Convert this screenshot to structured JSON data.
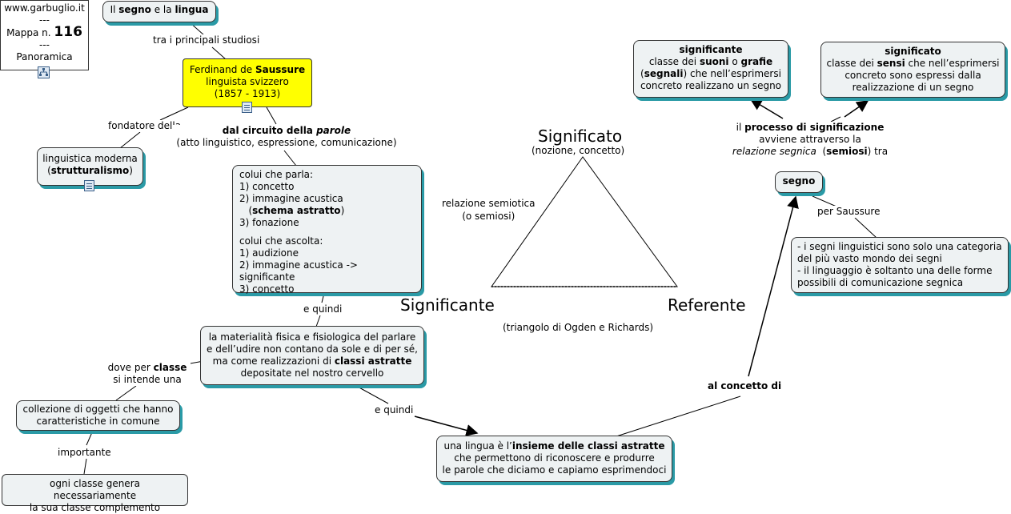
{
  "header_box": {
    "line1": "www.garbuglio.it",
    "line2": "---",
    "line3_prefix": "Mappa n.",
    "line3_number": "116",
    "line4": "---",
    "line5": "Panoramica"
  },
  "nodes": {
    "segno_lingua": {
      "pre": "Il ",
      "b1": "segno",
      "mid": " e la ",
      "b2": "lingua"
    },
    "saussure": {
      "l1_pre": "Ferdinand de ",
      "l1_b": "Saussure",
      "l2": "linguista svizzero",
      "l3": "(1857 - 1913)"
    },
    "strutturalismo": {
      "l1": "linguistica moderna",
      "l2_pre": "(",
      "l2_b": "strutturalismo",
      "l2_post": ")"
    },
    "circuito": {
      "l1": "colui che parla:",
      "l2": "1) concetto",
      "l3": "2) immagine acustica",
      "l4_pre": "   (",
      "l4_b": "schema astratto",
      "l4_post": ")",
      "l5": "3) fonazione",
      "l6": "colui che ascolta:",
      "l7": "1) audizione",
      "l8": "2) immagine acustica -> significante",
      "l9": "3) concetto"
    },
    "materialita": {
      "l1": "la materialità fisica e fisiologica del parlare",
      "l2": "e dell’udire non contano da sole e di per sé,",
      "l3_pre": "ma come realizzazioni di ",
      "l3_b": "classi astratte",
      "l4": "depositate nel nostro cervello"
    },
    "collezione": {
      "l1": "collezione di oggetti che hanno",
      "l2": "caratteristiche in comune"
    },
    "complemento": {
      "l1": "ogni classe genera necessariamente",
      "l2": "la sua classe complemento"
    },
    "lingua": {
      "l1_pre": "una lingua è l’",
      "l1_b": "insieme delle classi astratte",
      "l2": "che permettono di riconoscere e produrre",
      "l3": "le parole che diciamo e capiamo esprimendoci"
    },
    "significante": {
      "l1_b": "significante",
      "l2_pre": "classe dei ",
      "l2_b1": "suoni",
      "l2_mid": " o ",
      "l2_b2": "grafie",
      "l3_pre": "(",
      "l3_b": "segnali",
      "l3_post": ") che nell’esprimersi",
      "l4": "concreto realizzano un segno"
    },
    "significato": {
      "l1_b": "significato",
      "l2_pre": "classe dei ",
      "l2_b": "sensi",
      "l2_post": " che nell’esprimersi",
      "l3": "concreto sono espressi dalla",
      "l4": "realizzazione di un segno"
    },
    "segno": {
      "label": "segno"
    },
    "segni_linguistici": {
      "l1": "- i segni linguistici sono solo una categoria",
      "l2": "del più vasto mondo dei segni",
      "l3": "- il linguaggio è soltanto una delle forme",
      "l4": "possibili di comunicazione segnica"
    }
  },
  "links": {
    "principali": "tra i principali studiosi",
    "fondatore": "fondatore della",
    "circuito_b": "dal circuito della ",
    "circuito_i": "parole",
    "circuito_2": "(atto linguistico, espressione, comunicazione)",
    "equindi1": "e quindi",
    "equindi2": "e quindi",
    "dove_pre": "dove per ",
    "dove_b": "classe",
    "dove_2": "si intende una",
    "importante": "importante",
    "concetto": "al concetto di",
    "processo_pre": "il ",
    "processo_b": "processo di significazione",
    "processo_2": "avviene attraverso la",
    "processo_3_i": "relazione segnica",
    "processo_3_pre": "  (",
    "processo_3_b": "semiosi",
    "processo_3_post": ") tra",
    "per_saussure": "per Saussure"
  },
  "triangle": {
    "top": "Significato",
    "top_sub": "(nozione, concetto)",
    "left": "Significante",
    "right": "Referente",
    "relazione_1": "relazione semiotica",
    "relazione_2": "(o semiosi)",
    "caption": "(triangolo di Ogden e Richards)"
  },
  "icons": [
    "map-icon",
    "document-icon",
    "document-icon"
  ],
  "colors": {
    "node_bg": "#eef2f3",
    "shadow": "#2a9aa6",
    "highlight": "#ffff00"
  }
}
